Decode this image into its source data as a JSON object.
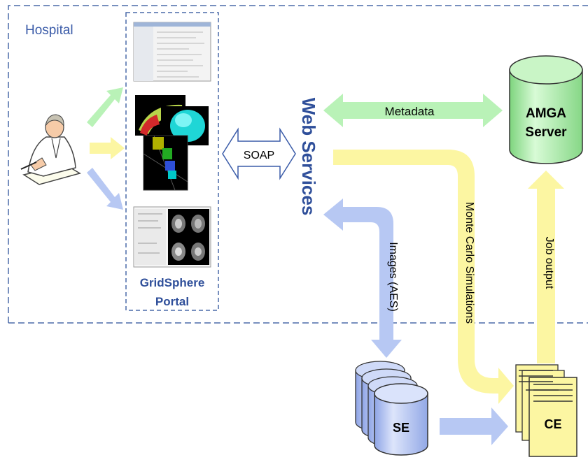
{
  "hospital": {
    "label": "Hospital"
  },
  "portal": {
    "line1": "GridSphere",
    "line2": "Portal"
  },
  "web_services": {
    "label": "Web Services"
  },
  "soap": {
    "label": "SOAP"
  },
  "metadata": {
    "label": "Metadata"
  },
  "amga": {
    "line1": "AMGA",
    "line2": "Server"
  },
  "images": {
    "label": "Images (AES)"
  },
  "monte_carlo": {
    "label": "Monte Carlo Simulations"
  },
  "job_output": {
    "label": "Job output"
  },
  "se": {
    "label": "SE"
  },
  "ce": {
    "label": "CE"
  },
  "colors": {
    "green": "#b9f2b7",
    "yellow": "#fcf6a2",
    "blue": "#b7c8f3",
    "title_blue": "#2f4f9a",
    "border": "#4a6aa8"
  }
}
